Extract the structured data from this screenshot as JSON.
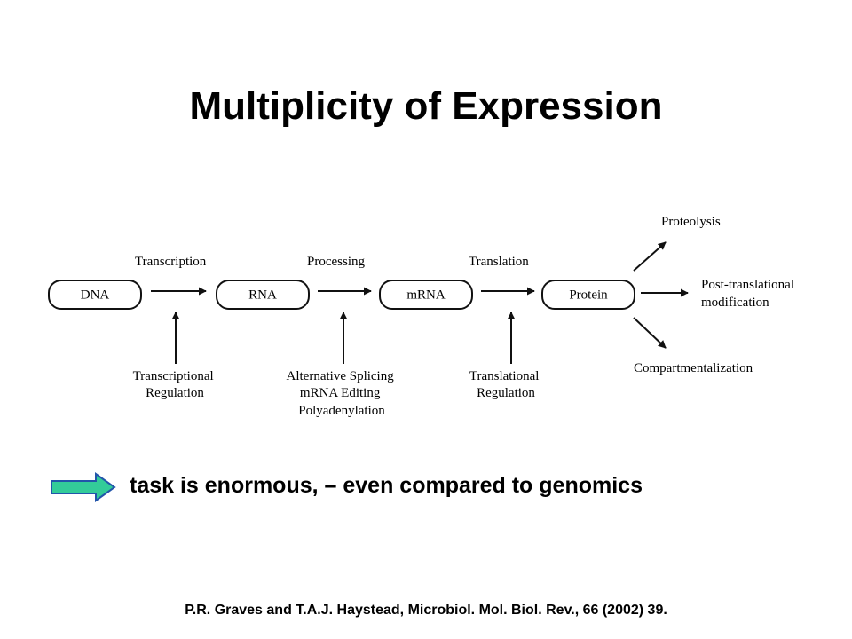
{
  "title": "Multiplicity of Expression",
  "diagram": {
    "nodes": {
      "dna": "DNA",
      "rna": "RNA",
      "mrna": "mRNA",
      "protein": "Protein"
    },
    "steps": {
      "transcription": "Transcription",
      "processing": "Processing",
      "translation": "Translation"
    },
    "regulation": {
      "transcriptional": [
        "Transcriptional",
        "Regulation"
      ],
      "processing": [
        "Alternative Splicing",
        "mRNA Editing",
        "Polyadenylation"
      ],
      "translational": [
        "Translational",
        "Regulation"
      ]
    },
    "outcomes": {
      "proteolysis": "Proteolysis",
      "post_translational": [
        "Post-translational",
        "modification"
      ],
      "compartmentalization": "Compartmentalization"
    }
  },
  "callout": {
    "text": "task is enormous, – even compared to genomics",
    "arrow_color": "#33cc99",
    "arrow_border": "#2255aa"
  },
  "citation": "P.R. Graves and T.A.J. Haystead, Microbiol. Mol. Biol. Rev., 66 (2002) 39."
}
